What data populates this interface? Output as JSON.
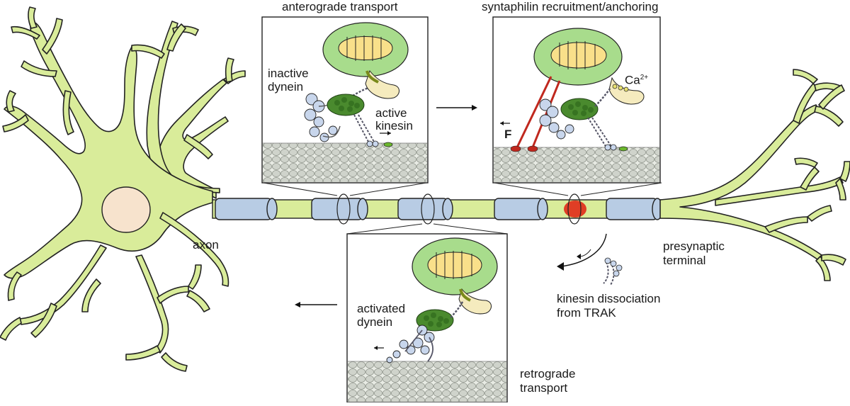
{
  "labels": {
    "anterograde": "anterograde transport",
    "syntaphilin": "syntaphilin recruitment/anchoring",
    "inactive_dynein_1": "inactive",
    "inactive_dynein_2": "dynein",
    "active_kinesin_1": "active",
    "active_kinesin_2": "kinesin",
    "ca": "Ca",
    "ca_charge": "2+",
    "force": "F",
    "axon": "axon",
    "presynaptic_1": "presynaptic",
    "presynaptic_2": "terminal",
    "activated_dynein_1": "activated",
    "activated_dynein_2": "dynein",
    "kinesin_dissoc_1": "kinesin dissociation",
    "kinesin_dissoc_2": "from TRAK",
    "retrograde_1": "retrograde",
    "retrograde_2": "transport"
  },
  "colors": {
    "cell_body": "#d9ec9a",
    "nucleus": "#f7e3cd",
    "myelin": "#b8cce4",
    "mito_outer": "#a8dc8c",
    "mito_inner": "#f9e08a",
    "kinesin_motor": "#4a8a2e",
    "microtubule": "#d9ddd6",
    "anchor_red": "#c0281e",
    "synapse_red": "#e0351f"
  }
}
